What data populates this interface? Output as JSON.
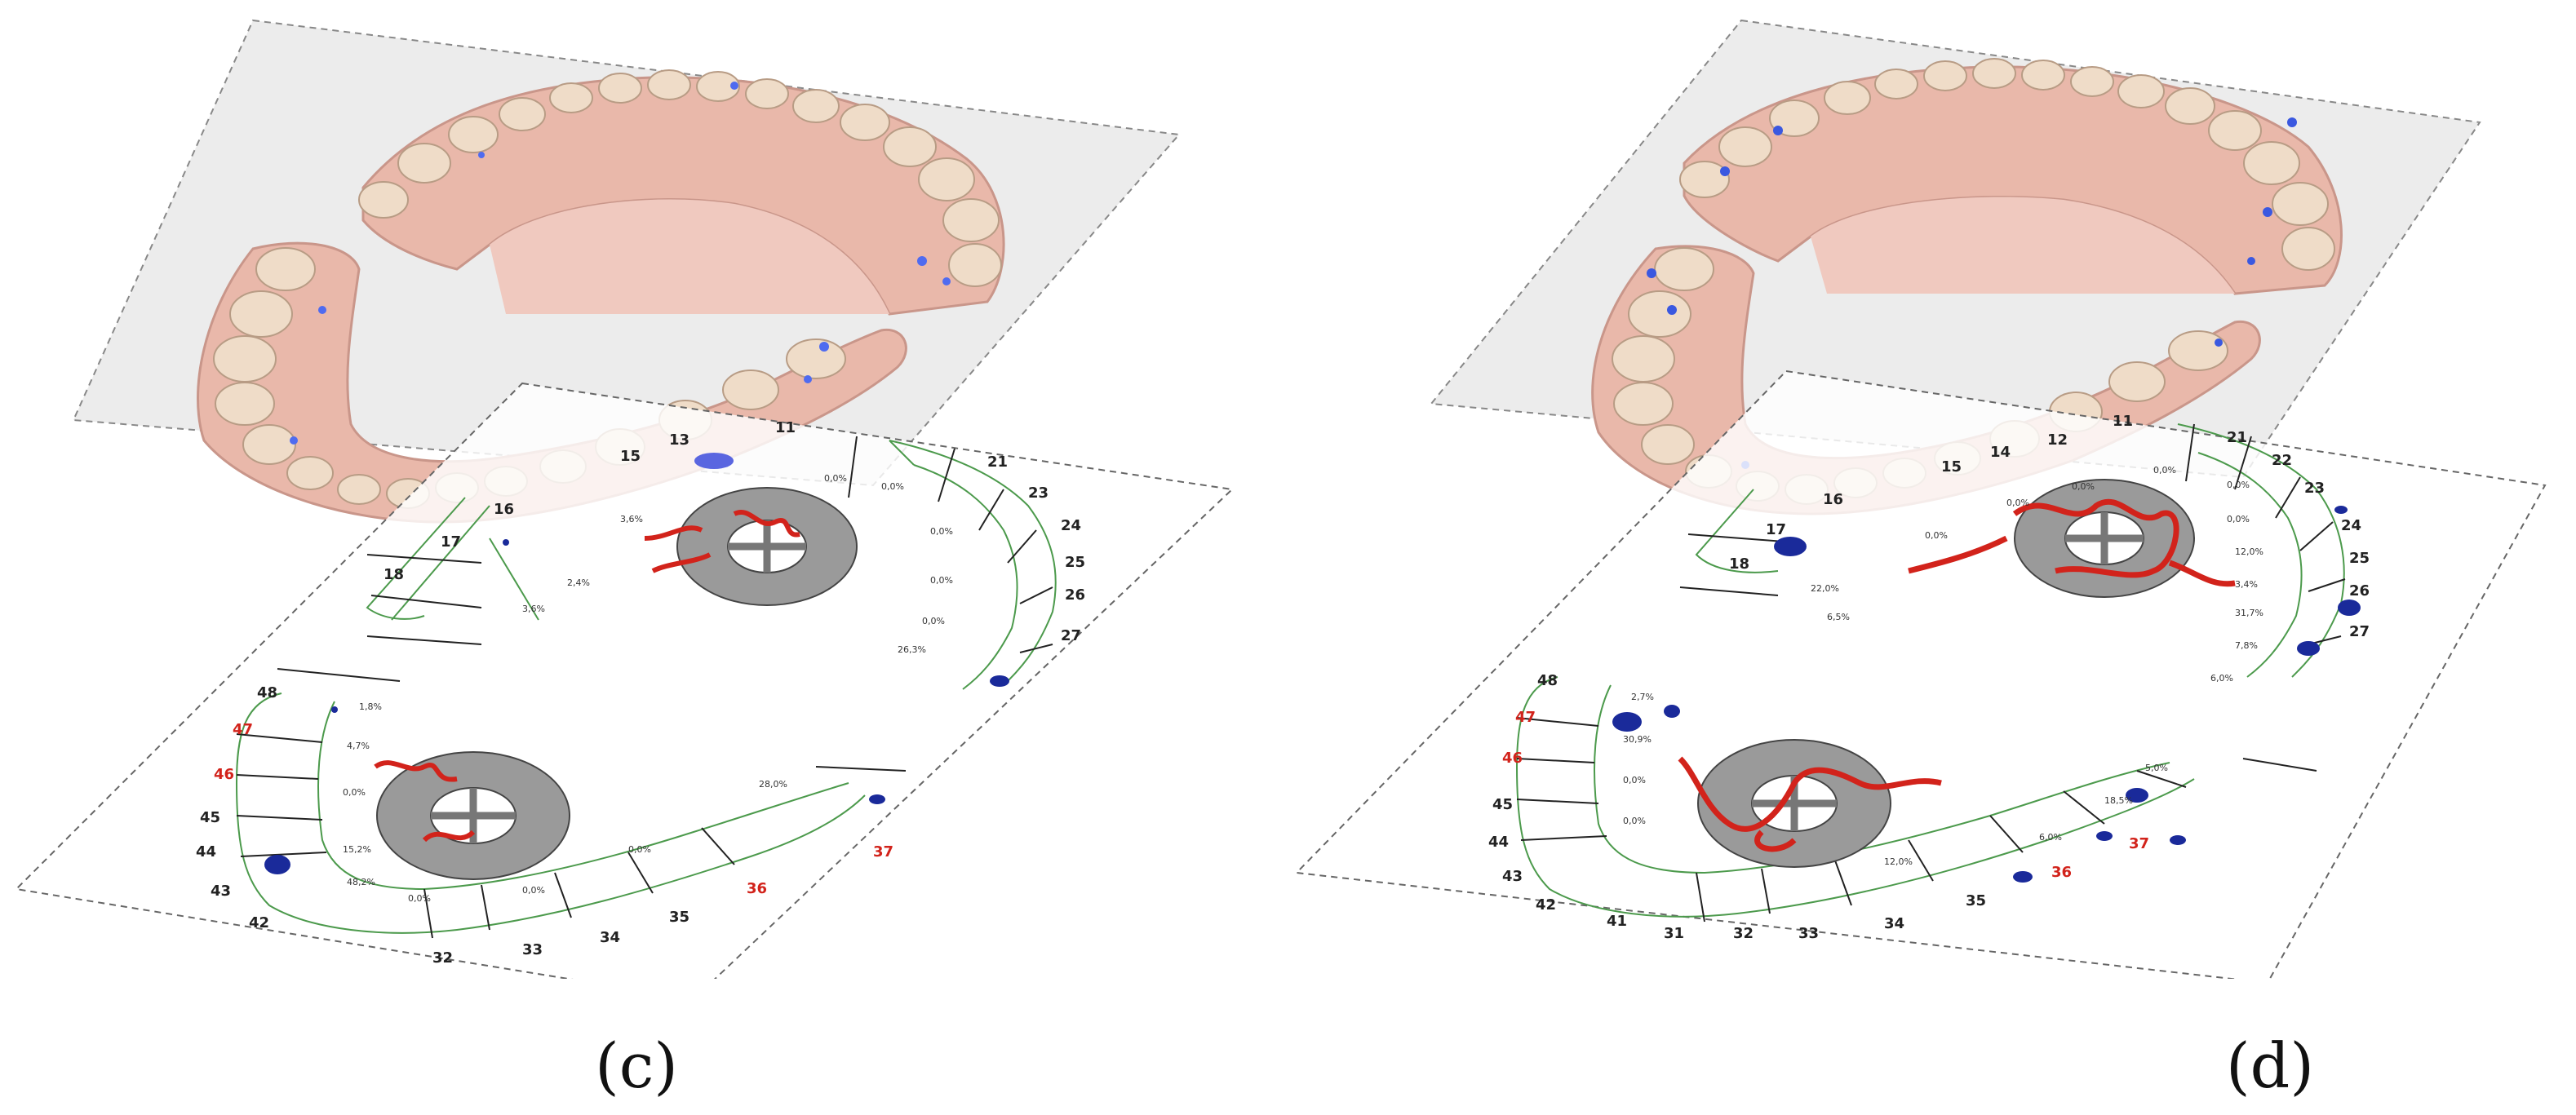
{
  "panels": [
    {
      "id": "c",
      "caption": "(c)",
      "upper_labels": [
        "16",
        "17",
        "18",
        "11",
        "13",
        "15",
        "21",
        "23",
        "24",
        "25",
        "26",
        "27"
      ],
      "lower_labels": [
        "48",
        "47",
        "46",
        "45",
        "44",
        "43",
        "42",
        "32",
        "33",
        "34",
        "35",
        "36",
        "37"
      ],
      "percents": [
        "0,0%",
        "0,0%",
        "0,0%",
        "0,0%",
        "0,0%",
        "3,6%",
        "2,4%",
        "3,6%",
        "26,3%",
        "1,8%",
        "4,7%",
        "0,0%",
        "15,2%",
        "48,2%",
        "0,0%",
        "0,0%",
        "0,0%",
        "28,0%"
      ]
    },
    {
      "id": "d",
      "caption": "(d)",
      "upper_labels": [
        "16",
        "17",
        "18",
        "11",
        "12",
        "14",
        "15",
        "21",
        "22",
        "23",
        "24",
        "25",
        "26",
        "27"
      ],
      "lower_labels": [
        "48",
        "47",
        "46",
        "45",
        "44",
        "43",
        "42",
        "41",
        "31",
        "32",
        "33",
        "34",
        "35",
        "36",
        "37"
      ],
      "percents": [
        "0,0%",
        "0,0%",
        "0,0%",
        "0,0%",
        "0,0%",
        "0,0%",
        "12,0%",
        "3,4%",
        "31,7%",
        "7,8%",
        "6,0%",
        "22,0%",
        "6,5%",
        "2,7%",
        "30,9%",
        "0,0%",
        "0,0%",
        "18,5%",
        "6,0%",
        "5,0%",
        "12,0%"
      ]
    }
  ]
}
